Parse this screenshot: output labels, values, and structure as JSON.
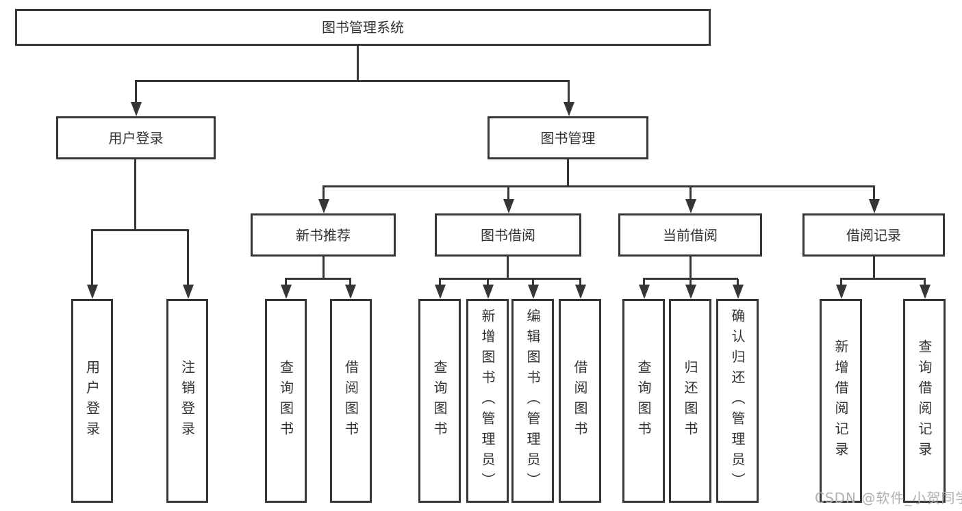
{
  "title": "图书管理系统",
  "colors": {
    "line": "#363636",
    "text": "#333333",
    "background": "#ffffff",
    "watermark": "#b0b0b0"
  },
  "watermark": "CSDN @软件_小贺同学",
  "tree": {
    "root": {
      "label": "图书管理系统"
    },
    "branches": [
      {
        "label": "用户登录",
        "children": [
          {
            "label": "用户登录"
          },
          {
            "label": "注销登录"
          }
        ]
      },
      {
        "label": "图书管理",
        "children": [
          {
            "label": "新书推荐",
            "children": [
              {
                "label": "查询图书"
              },
              {
                "label": "借阅图书"
              }
            ]
          },
          {
            "label": "图书借阅",
            "children": [
              {
                "label": "查询图书"
              },
              {
                "label": "新增图书（管理员）"
              },
              {
                "label": "编辑图书（管理员）"
              },
              {
                "label": "借阅图书"
              }
            ]
          },
          {
            "label": "当前借阅",
            "children": [
              {
                "label": "查询图书"
              },
              {
                "label": "归还图书"
              },
              {
                "label": "确认归还（管理员）"
              }
            ]
          },
          {
            "label": "借阅记录",
            "children": [
              {
                "label": "新增借阅记录"
              },
              {
                "label": "查询借阅记录"
              }
            ]
          }
        ]
      }
    ]
  }
}
